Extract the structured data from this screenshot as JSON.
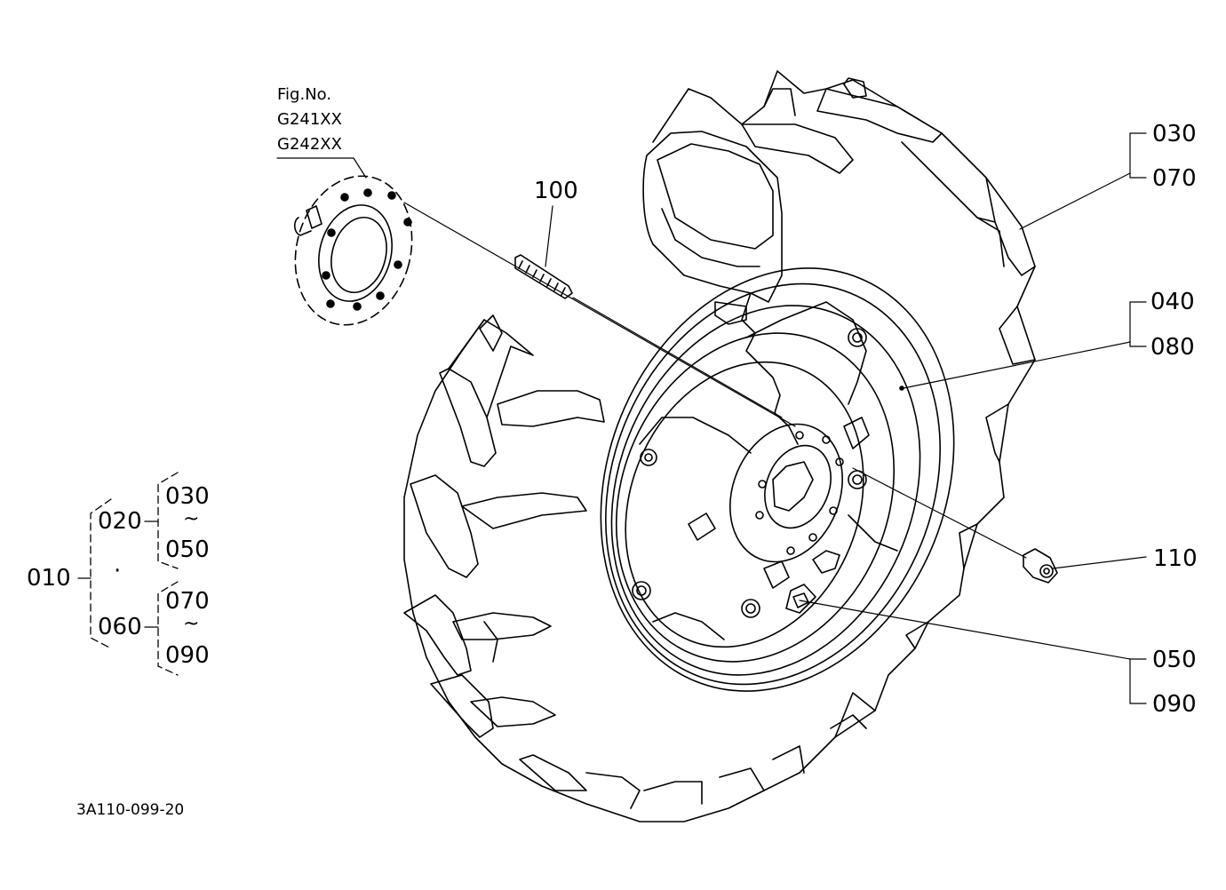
{
  "figure_ref": {
    "heading": "Fig.No.",
    "codes": [
      "G241XX",
      "G242XX"
    ]
  },
  "callouts": {
    "p030": "030",
    "p070": "070",
    "p040": "040",
    "p080": "080",
    "p100": "100",
    "p110": "110",
    "p050": "050",
    "p090": "090"
  },
  "tree": {
    "root": "010",
    "a": "020",
    "a_from": "030",
    "a_to": "050",
    "b": "060",
    "b_from": "070",
    "b_to": "090",
    "tilde": "~",
    "dot": "·"
  },
  "drawing_code": "3A110-099-20"
}
